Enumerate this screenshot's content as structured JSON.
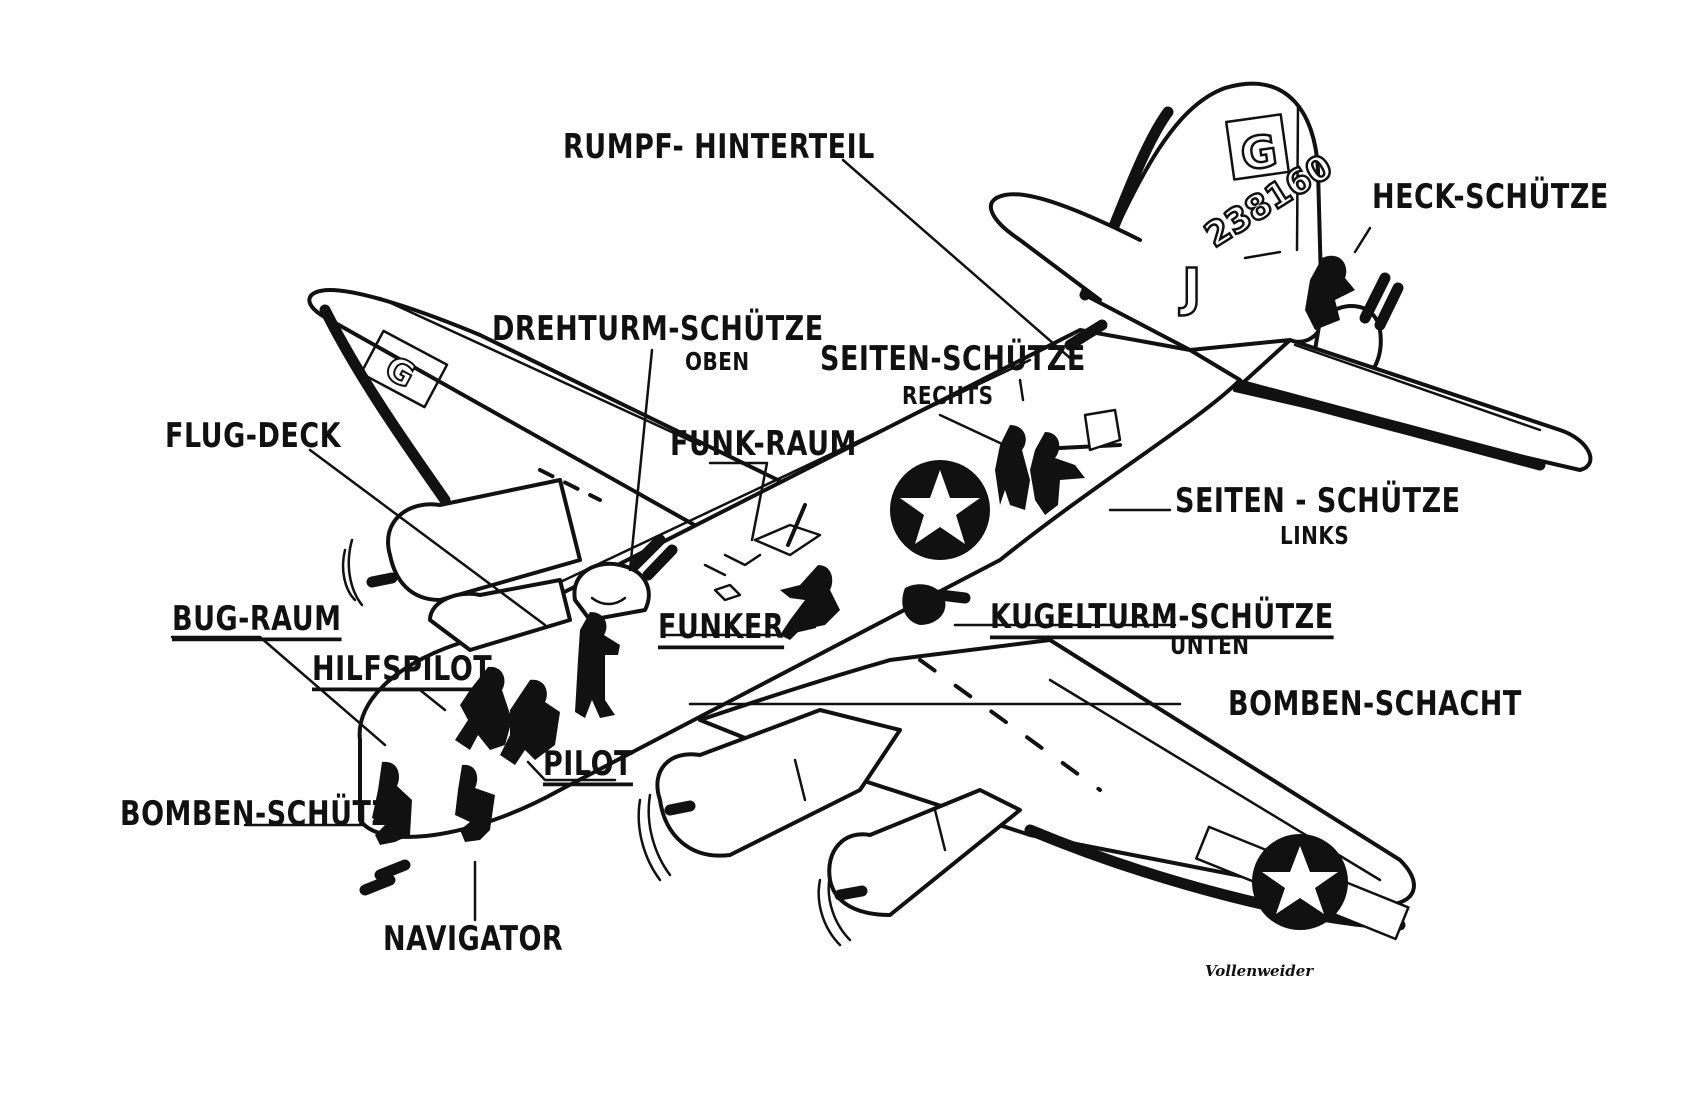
{
  "diagram": {
    "subject": "B-17 Flying Fortress crew positions (cutaway illustration)",
    "colors": {
      "ink": "#111111",
      "paper": "#ffffff"
    },
    "markings": {
      "tail_letter_box": "G",
      "wing_letter_box": "G",
      "serial_number": "238160",
      "tail_letter": "J",
      "insignia": "star-roundel"
    },
    "labels": {
      "rumpf_hinterteil": "RUMPF- HINTERTEIL",
      "heck_schuetze": "HECK-SCHÜTZE",
      "drehturm_schuetze": "DREHTURM-SCHÜTZE",
      "drehturm_oben": "OBEN",
      "seiten_schuetze_rechts": "SEITEN-SCHÜTZE",
      "rechts": "RECHTS",
      "flug_deck": "FLUG-DECK",
      "funk_raum": "FUNK-RAUM",
      "seiten_schuetze_links": "SEITEN - SCHÜTZE",
      "links": "LINKS",
      "bug_raum": "BUG-RAUM",
      "funker": "FUNKER",
      "kugelturm_schuetze": "KUGELTURM-SCHÜTZE",
      "kugelturm_unten": "UNTEN",
      "hilfspilot": "HILFSPILOT",
      "bomben_schacht": "BOMBEN-SCHACHT",
      "pilot": "PILOT",
      "bomben_schuetze": "BOMBEN-SCHÜTZE",
      "navigator": "NAVIGATOR"
    },
    "signature": "Vollenweider"
  }
}
